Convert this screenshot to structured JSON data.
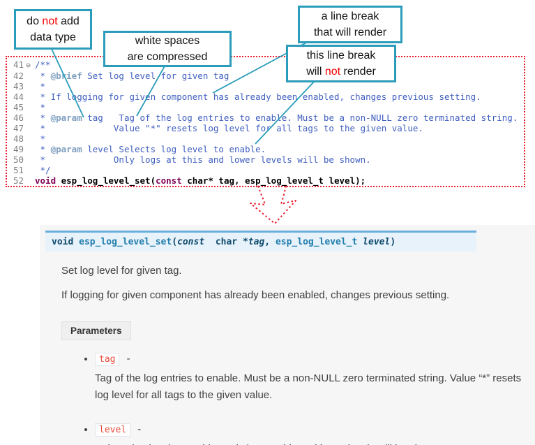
{
  "callouts": {
    "box1": {
      "t1": "do ",
      "t2": "not",
      "t3": " add",
      "line2": "data type"
    },
    "box2": {
      "line1": "white spaces",
      "line2": "are compressed"
    },
    "box3": {
      "line1": "a line break",
      "line2": "that will render"
    },
    "box4": {
      "line1": "this line break",
      "t1": "will ",
      "t2": "not",
      "t3": " render"
    }
  },
  "colors": {
    "callout_border": "#2b9cba",
    "dotted_red": "#ea1c2d",
    "signature_bg": "#e7f2fa",
    "signature_border": "#6ab0de",
    "param_name": "#e74c3c"
  },
  "editor": {
    "lines": [
      {
        "num": "41",
        "fold": "⊖",
        "segs": [
          {
            "t": "/**",
            "c": "cmt"
          }
        ]
      },
      {
        "num": "42",
        "segs": [
          {
            "t": " * ",
            "c": "cmt"
          },
          {
            "t": "@brief",
            "c": "tag"
          },
          {
            "t": " Set log level for given tag",
            "c": "cmt"
          }
        ]
      },
      {
        "num": "43",
        "segs": [
          {
            "t": " *",
            "c": "cmt"
          }
        ]
      },
      {
        "num": "44",
        "segs": [
          {
            "t": " * If logging for given component has already been enabled, changes previous setting.",
            "c": "cmt"
          }
        ]
      },
      {
        "num": "45",
        "segs": [
          {
            "t": " *",
            "c": "cmt"
          }
        ]
      },
      {
        "num": "46",
        "segs": [
          {
            "t": " * ",
            "c": "cmt"
          },
          {
            "t": "@param",
            "c": "tag"
          },
          {
            "t": " tag   Tag of the log entries to enable. Must be a non-NULL zero terminated string.",
            "c": "cmt"
          }
        ]
      },
      {
        "num": "47",
        "segs": [
          {
            "t": " *             Value \"*\" resets log level for all tags to the given value.",
            "c": "cmt"
          }
        ]
      },
      {
        "num": "48",
        "segs": [
          {
            "t": " *",
            "c": "cmt"
          }
        ]
      },
      {
        "num": "49",
        "segs": [
          {
            "t": " * ",
            "c": "cmt"
          },
          {
            "t": "@param",
            "c": "tag"
          },
          {
            "t": " level Selects log level to enable.",
            "c": "cmt"
          }
        ]
      },
      {
        "num": "50",
        "segs": [
          {
            "t": " *             Only logs at this and lower levels will be shown.",
            "c": "cmt"
          }
        ]
      },
      {
        "num": "51",
        "segs": [
          {
            "t": " */",
            "c": "cmt"
          }
        ]
      },
      {
        "num": "52",
        "segs": [
          {
            "t": "void",
            "c": "kw"
          },
          {
            "t": " esp_log_level_set(",
            "c": "pln"
          },
          {
            "t": "const",
            "c": "kw"
          },
          {
            "t": " char* tag, esp_log_level_t level);",
            "c": "pln"
          }
        ]
      }
    ]
  },
  "docs": {
    "signature": [
      {
        "t": "void ",
        "c": "sig-kw"
      },
      {
        "t": "esp_log_level_set",
        "c": "sig-name"
      },
      {
        "t": "(",
        "c": "sig-p"
      },
      {
        "t": "const",
        "c": "sig-kw-i"
      },
      {
        "t": "  char *",
        "c": "sig-p"
      },
      {
        "t": "tag",
        "c": "sig-param"
      },
      {
        "t": ", ",
        "c": "sig-p"
      },
      {
        "t": "esp_log_level_t ",
        "c": "sig-type"
      },
      {
        "t": "level",
        "c": "sig-param"
      },
      {
        "t": ")",
        "c": "sig-p"
      }
    ],
    "para1": "Set log level for given tag.",
    "para2": "If logging for given component has already been enabled, changes previous setting.",
    "params_label": "Parameters",
    "params": [
      {
        "name": "tag",
        "dash": "-",
        "desc": "Tag of the log entries to enable. Must be a non-NULL zero terminated string. Value “*” resets log level for all tags to the given value."
      },
      {
        "name": "level",
        "dash": "-",
        "desc": "Selects log level to enable. Only logs at this and lower levels will be shown."
      }
    ]
  }
}
